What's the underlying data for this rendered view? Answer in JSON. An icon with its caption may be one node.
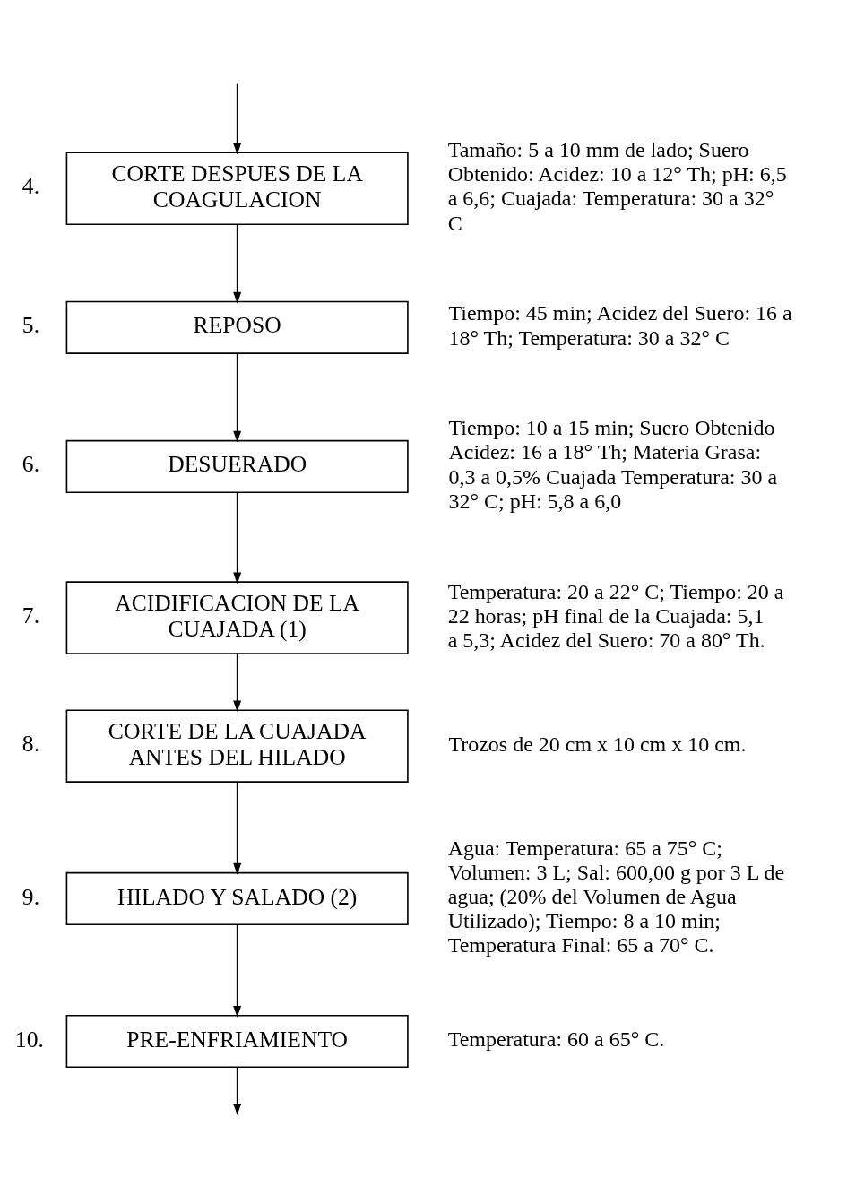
{
  "diagram": {
    "nodes": [
      {
        "text": [
          "CORTE DESPUES DE LA COAGULACION"
        ],
        "beside": [
          "4.",
          "Tamaño: 5 a 10 mm de lado; Suero Obtenido: Acidez: 10 a 12° Th; pH: 6,5 a 6,6; Cuajada: Temperatura: 30 a 32° C"
        ]
      },
      {
        "text": [
          "REPOSO"
        ],
        "beside": [
          "5.",
          "Tiempo: 45 min; Acidez del Suero: 16 a 18° Th; Temperatura: 30 a 32° C"
        ]
      },
      {
        "text": [
          "DESUERADO"
        ],
        "beside": [
          "6.",
          "Tiempo: 10 a 15 min; Suero Obtenido Acidez: 16 a 18° Th; Materia Grasa: 0,3 a 0,5% Cuajada Temperatura: 30 a 32° C; pH: 5,8 a 6,0"
        ]
      },
      {
        "text": [
          "ACIDIFICACION DE LA CUAJADA (1)"
        ],
        "beside": [
          "7.",
          "Temperatura: 20 a 22° C; Tiempo: 20 a 22 horas; pH final de la Cuajada: 5,1 a 5,3; Acidez del Suero: 70 a 80° Th."
        ]
      },
      {
        "text": [
          "CORTE DE LA CUAJADA ANTES DEL HILADO"
        ],
        "beside": [
          "8.",
          "Trozos de 20 cm x 10 cm x 10 cm."
        ]
      },
      {
        "text": [
          "HILADO Y SALADO (2)"
        ],
        "beside": [
          "9.",
          "Agua: Temperatura: 65 a 75° C; Volumen: 3 L; Sal: 600,00 g por 3 L de agua; (20% del Volumen de Agua Utilizado); Tiempo: 8 a 10 min; Temperatura Final: 65 a 70° C."
        ]
      },
      {
        "text": [
          "PRE-ENFRIAMIENTO"
        ],
        "beside": [
          "10.",
          "Temperatura: 60 a 65° C."
        ]
      }
    ],
    "edges": [
      {
        "from": null,
        "to": 0,
        "arrow": "to"
      },
      {
        "from": 0,
        "to": 1,
        "arrow": "to"
      },
      {
        "from": 1,
        "to": 2,
        "arrow": "to"
      },
      {
        "from": 2,
        "to": 3,
        "arrow": "to"
      },
      {
        "from": 3,
        "to": 4,
        "arrow": "to"
      },
      {
        "from": 4,
        "to": 5,
        "arrow": "to"
      },
      {
        "from": 5,
        "to": 6,
        "arrow": "to"
      },
      {
        "from": 6,
        "to": null,
        "arrow": "to"
      }
    ]
  }
}
